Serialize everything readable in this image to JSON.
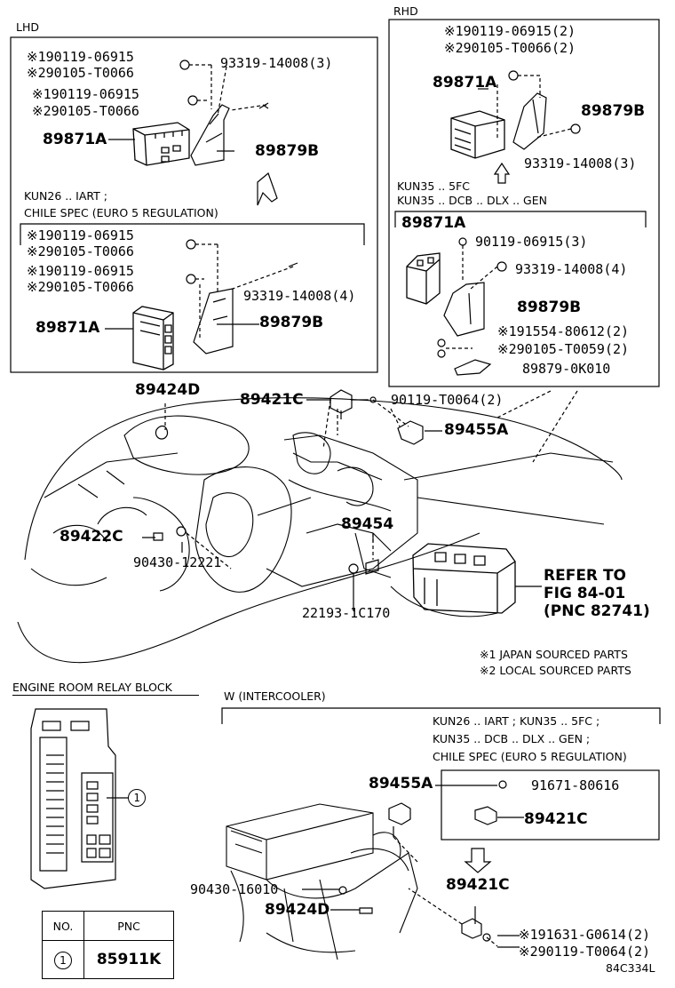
{
  "lhd": {
    "title": "LHD",
    "callouts": [
      {
        "id": "a",
        "text": "※190119-06915"
      },
      {
        "id": "b",
        "text": "※290105-T0066"
      },
      {
        "id": "c",
        "text": "93319-14008(3)"
      },
      {
        "id": "d",
        "text": "※190119-06915"
      },
      {
        "id": "e",
        "text": "※290105-T0066"
      },
      {
        "id": "f",
        "text": "89871A"
      },
      {
        "id": "g",
        "text": "89879B"
      }
    ],
    "sub_note_line1": "KUN26 .. IART ;",
    "sub_note_line2": "CHILE SPEC (EURO 5 REGULATION)",
    "sub_callouts": [
      {
        "id": "a",
        "text": "※190119-06915"
      },
      {
        "id": "b",
        "text": "※290105-T0066"
      },
      {
        "id": "c",
        "text": "※190119-06915"
      },
      {
        "id": "d",
        "text": "※290105-T0066"
      },
      {
        "id": "e",
        "text": "93319-14008(4)"
      },
      {
        "id": "f",
        "text": "89871A"
      },
      {
        "id": "g",
        "text": "89879B"
      }
    ]
  },
  "rhd": {
    "title": "RHD",
    "callouts": [
      {
        "id": "a",
        "text": "※190119-06915(2)"
      },
      {
        "id": "b",
        "text": "※290105-T0066(2)"
      },
      {
        "id": "c",
        "text": "89871A"
      },
      {
        "id": "d",
        "text": "89879B"
      },
      {
        "id": "e",
        "text": "93319-14008(3)"
      }
    ],
    "sub_note_line1": "KUN35 .. 5FC",
    "sub_note_line2": "KUN35 .. DCB .. DLX .. GEN",
    "sub_callouts": [
      {
        "id": "a",
        "text": "89871A"
      },
      {
        "id": "b",
        "text": "90119-06915(3)"
      },
      {
        "id": "c",
        "text": "93319-14008(4)"
      },
      {
        "id": "d",
        "text": "89879B"
      },
      {
        "id": "e",
        "text": "※191554-80612(2)"
      },
      {
        "id": "f",
        "text": "※290105-T0059(2)"
      },
      {
        "id": "g",
        "text": "89879-0K010"
      }
    ]
  },
  "engine": {
    "callouts": [
      {
        "id": "a",
        "text": "89424D"
      },
      {
        "id": "b",
        "text": "89421C"
      },
      {
        "id": "c",
        "text": "90119-T0064(2)"
      },
      {
        "id": "d",
        "text": "89455A"
      },
      {
        "id": "e",
        "text": "89454"
      },
      {
        "id": "f",
        "text": "89422C"
      },
      {
        "id": "g",
        "text": "90430-12221"
      },
      {
        "id": "h",
        "text": "22193-1C170"
      }
    ],
    "refer_line1": "REFER TO",
    "refer_line2": "FIG 84-01",
    "refer_line3": "(PNC 82741)"
  },
  "legend": {
    "line1": "※1 JAPAN SOURCED PARTS",
    "line2": "※2 LOCAL SOURCED PARTS"
  },
  "relay_block": {
    "title": "ENGINE ROOM RELAY BLOCK",
    "marker": "1",
    "table": {
      "headers": [
        "NO.",
        "PNC"
      ],
      "row": {
        "no": "1",
        "pnc": "85911K"
      }
    }
  },
  "intercooler": {
    "title": "W (INTERCOOLER)",
    "note_line1": "KUN26 .. IART ; KUN35 .. 5FC ;",
    "note_line2": "KUN35 .. DCB .. DLX .. GEN ;",
    "note_line3": "CHILE SPEC (EURO 5 REGULATION)",
    "callouts": [
      {
        "id": "a",
        "text": "89455A"
      },
      {
        "id": "b",
        "text": "91671-80616"
      },
      {
        "id": "c",
        "text": "89421C"
      },
      {
        "id": "d",
        "text": "89421C"
      },
      {
        "id": "e",
        "text": "90430-16010"
      },
      {
        "id": "f",
        "text": "89424D"
      },
      {
        "id": "g",
        "text": "※191631-G0614(2)"
      },
      {
        "id": "h",
        "text": "※290119-T0064(2)"
      }
    ]
  },
  "figure_code": "84C334L"
}
